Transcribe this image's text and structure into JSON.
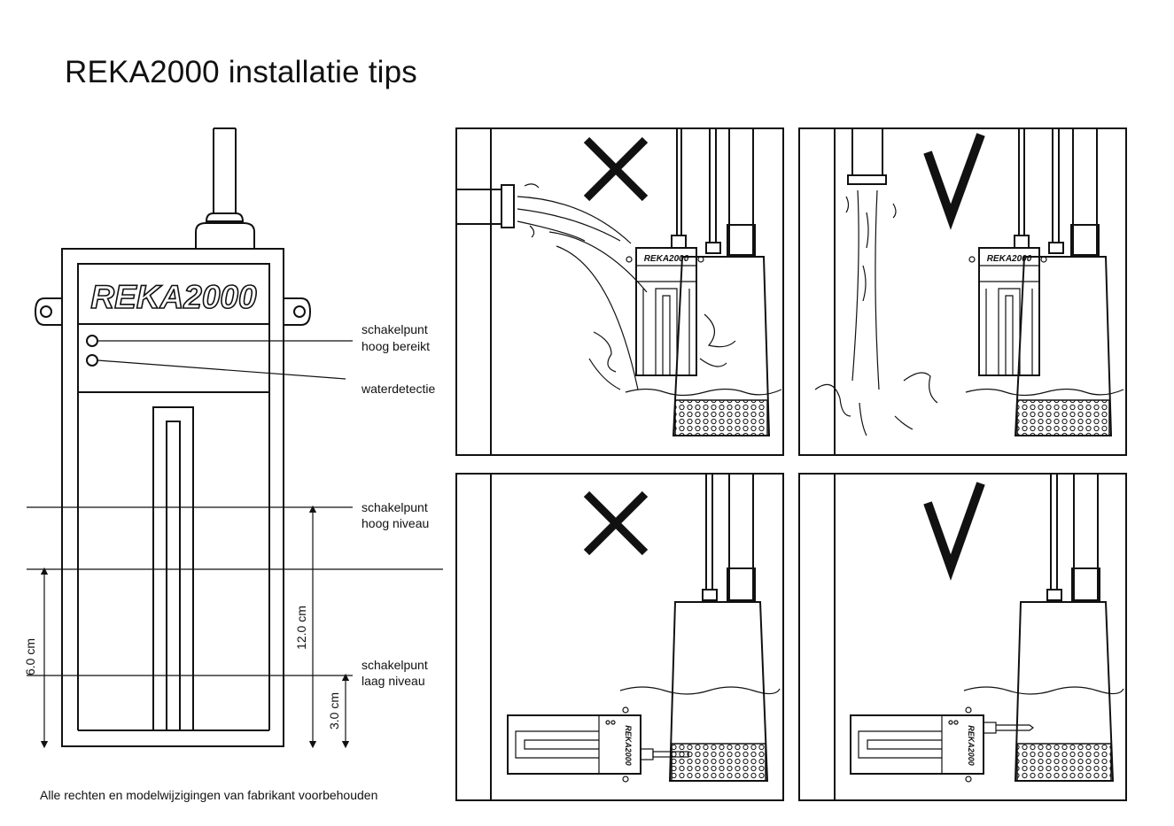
{
  "title": "REKA2000 installatie tips",
  "footer": "Alle rechten en modelwijzigingen van fabrikant voorbehouden",
  "device_logo": "REKA2000",
  "labels": {
    "switch_high_reached_1": "schakelpunt",
    "switch_high_reached_2": "hoog bereikt",
    "water_detection": "waterdetectie",
    "switch_high_level_1": "schakelpunt",
    "switch_high_level_2": "hoog niveau",
    "switch_low_level_1": "schakelpunt",
    "switch_low_level_2": "laag niveau"
  },
  "dimensions": {
    "d6": "6.0 cm",
    "d12": "12.0 cm",
    "d3": "3.0 cm"
  },
  "panels": [
    {
      "id": "top-left",
      "verdict": "wrong"
    },
    {
      "id": "top-right",
      "verdict": "correct"
    },
    {
      "id": "bottom-left",
      "verdict": "wrong"
    },
    {
      "id": "bottom-right",
      "verdict": "correct"
    }
  ],
  "colors": {
    "ink": "#111111",
    "background": "#ffffff"
  }
}
